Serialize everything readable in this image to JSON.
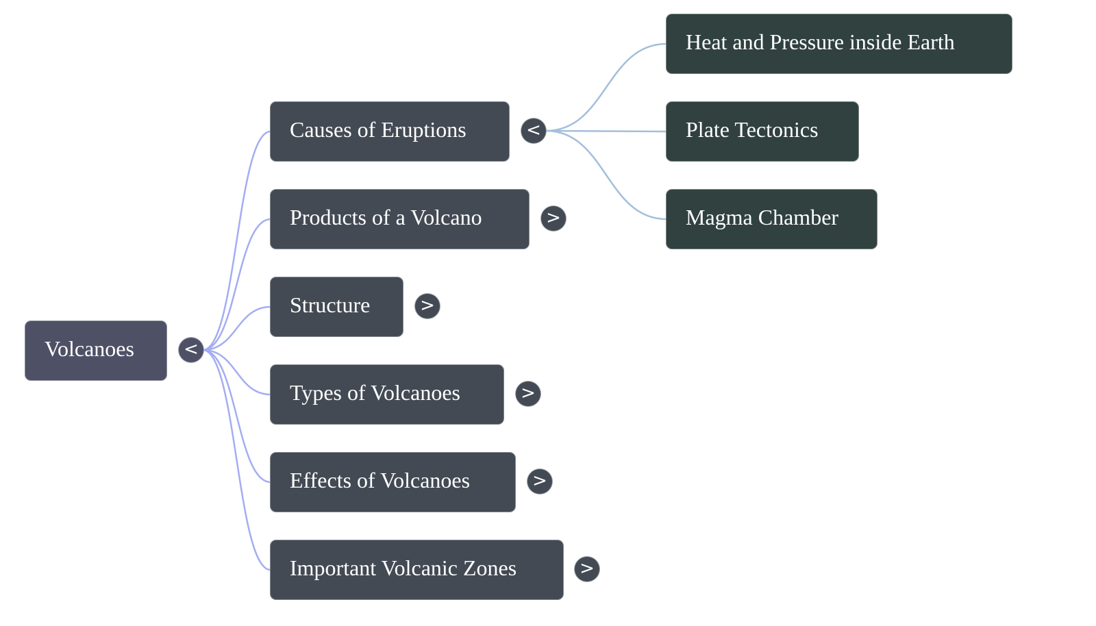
{
  "mindmap": {
    "colors": {
      "root_fill": "#4e5166",
      "level1_fill": "#434a54",
      "level2_fill": "#30413f",
      "root_edge": "#a4adf2",
      "level1_edge": "#a3bfdc",
      "text": "#ffffff"
    },
    "root": {
      "label": "Volcanoes",
      "toggle": "<",
      "expanded": true
    },
    "branches": [
      {
        "label": "Causes of Eruptions",
        "toggle": "<",
        "expanded": true,
        "children": [
          {
            "label": "Heat and Pressure inside Earth"
          },
          {
            "label": "Plate Tectonics"
          },
          {
            "label": "Magma Chamber"
          }
        ]
      },
      {
        "label": "Products of a Volcano",
        "toggle": ">",
        "expanded": false
      },
      {
        "label": "Structure",
        "toggle": ">",
        "expanded": false
      },
      {
        "label": "Types of Volcanoes",
        "toggle": ">",
        "expanded": false
      },
      {
        "label": "Effects of Volcanoes",
        "toggle": ">",
        "expanded": false
      },
      {
        "label": "Important Volcanic Zones",
        "toggle": ">",
        "expanded": false
      }
    ]
  }
}
